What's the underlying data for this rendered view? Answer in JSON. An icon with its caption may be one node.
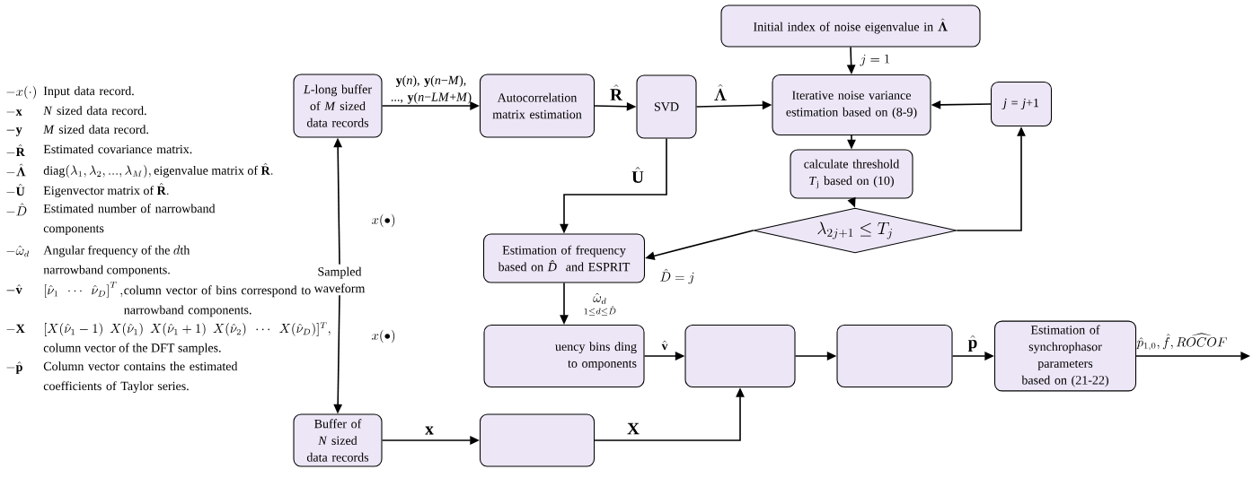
{
  "diagram": {
    "nodes": [
      {
        "text": [
          "*L*-long buffer of *M* sized data records"
        ]
      },
      {
        "text": [
          "Autocorrelation matrix estimation"
        ]
      },
      {
        "text": [
          "SVD"
        ]
      },
      {
        "text": [
          "\\text{Initial index of noise eigenvalue in }\\hat{\\boldsymbol{\\Lambda}}"
        ]
      },
      {
        "text": [
          "Iterative noise variance estimation based on (8-9)"
        ]
      },
      {
        "text": [
          "*j* = *j*+1"
        ]
      },
      {
        "text": [
          "calculate threshold *T*$_{j}$ based on (10)"
        ]
      },
      {
        "text": [
          "\\lambda_{2j+1}\\le T_j"
        ]
      },
      {
        "text": [
          "Estimation of frequency based on *D̂* and ESPRIT"
        ]
      },
      {
        "text": [
          "uency bins ding to omponents"
        ]
      },
      {
        "text": [],
        "shape": "box"
      },
      {
        "text": [],
        "shape": "box"
      },
      {
        "text": [
          "Estimation of synchrophasor parameters based on (21-22)"
        ]
      },
      {
        "text": [
          "Buffer of *N* sized data records"
        ]
      },
      {
        "text": [],
        "shape": "box"
      },
      {
        "text": [
          "Sampled waveform"
        ]
      }
    ],
    "edges": [
      {
        "from": 15,
        "to": 0,
        "arrow": "to",
        "label": "x(\\bullet)"
      },
      {
        "from": 15,
        "to": 13,
        "arrow": "to",
        "label": "x(\\bullet)"
      },
      {
        "from": 0,
        "to": 1,
        "arrow": "to",
        "label": "**y**(*n*), **y**(*n*−*M*), ..., **y**(*n*−*LM*+*M*)"
      },
      {
        "from": 1,
        "to": 2,
        "arrow": "to",
        "label": "\\hat{\\mathbf{R}}"
      },
      {
        "from": 2,
        "to": 4,
        "arrow": "to",
        "label": "\\hat{\\boldsymbol{\\Lambda}}"
      },
      {
        "from": 3,
        "to": 4,
        "arrow": "to",
        "label": "j=1"
      },
      {
        "from": 5,
        "to": 4,
        "arrow": "to"
      },
      {
        "from": 4,
        "to": 6,
        "arrow": "to"
      },
      {
        "from": 6,
        "to": 7,
        "arrow": "to"
      },
      {
        "from": 7,
        "to": 5,
        "arrow": "to"
      },
      {
        "from": 7,
        "to": 8,
        "arrow": "to",
        "label": "\\hat{D}=j"
      },
      {
        "from": 2,
        "to": 8,
        "arrow": "to",
        "label": "\\hat{\\mathbf{U}}"
      },
      {
        "from": 8,
        "to": 9,
        "arrow": "to",
        "label": "\\underset{1\\le d\\le\\hat{D}}{\\hat{\\omega}_d}"
      },
      {
        "from": 9,
        "to": 10,
        "arrow": "to",
        "label": "\\hat{\\mathbf{v}}"
      },
      {
        "from": 10,
        "to": 11,
        "arrow": "to"
      },
      {
        "from": 11,
        "to": 12,
        "arrow": "to",
        "label": "\\hat{\\mathbf{p}}"
      },
      {
        "from": 12,
        "to": null,
        "arrow": "to",
        "label": "\\hat{p}_{1,0},\\hat{f},\\widehat{ROCOF}"
      },
      {
        "from": 13,
        "to": 14,
        "arrow": "to",
        "label": "\\mathbf{x}"
      },
      {
        "from": 14,
        "to": 10,
        "arrow": "to",
        "label": "\\mathbf{X}"
      }
    ],
    "labels": [
      "-x(\\cdot)",
      "Input data record.",
      "-\\mathbf{x}",
      "*N* sized data record.",
      "-\\mathbf{y}",
      "*M* sized data record.",
      "-\\hat{\\mathbf{R}}",
      "Estimated covariance matrix.",
      "-\\hat{\\boldsymbol{\\Lambda}}",
      "\\mathrm{diag}(\\lambda_1,\\lambda_2,...,\\lambda_M),\\text{eigenvalue matrix of }\\hat{\\mathbf{R}}.",
      "-\\hat{\\mathbf{U}}",
      "\\text{Eigenvector matrix of }\\hat{\\mathbf{R}}.",
      "-\\hat{D}",
      "Estimated number of narrowband components",
      "-\\hat{\\omega}_d",
      "\\text{Angular frequency of the }d\\text{th}",
      "narrowband components.",
      "-\\hat{\\mathbf{v}}",
      "\\left[\\hat{\\nu}_1\\ \\ \\cdots\\ \\ \\hat{\\nu}_D\\right]^T,",
      "column vector of bins correspond to narrowband components.",
      "-\\mathbf{X}",
      "[X(\\hat{\\nu}_1-1)\\ \\ X(\\hat{\\nu}_1)\\ \\ X(\\hat{\\nu}_1+1)\\ \\ X(\\hat{\\nu}_2)\\ \\ \\cdots\\ \\ X(\\hat{\\nu}_D)]^T,",
      "column vector of the DFT samples.",
      "-\\hat{\\mathbf{p}}",
      "Column vector contains the estimated coefficients of Taylor series."
    ]
  }
}
